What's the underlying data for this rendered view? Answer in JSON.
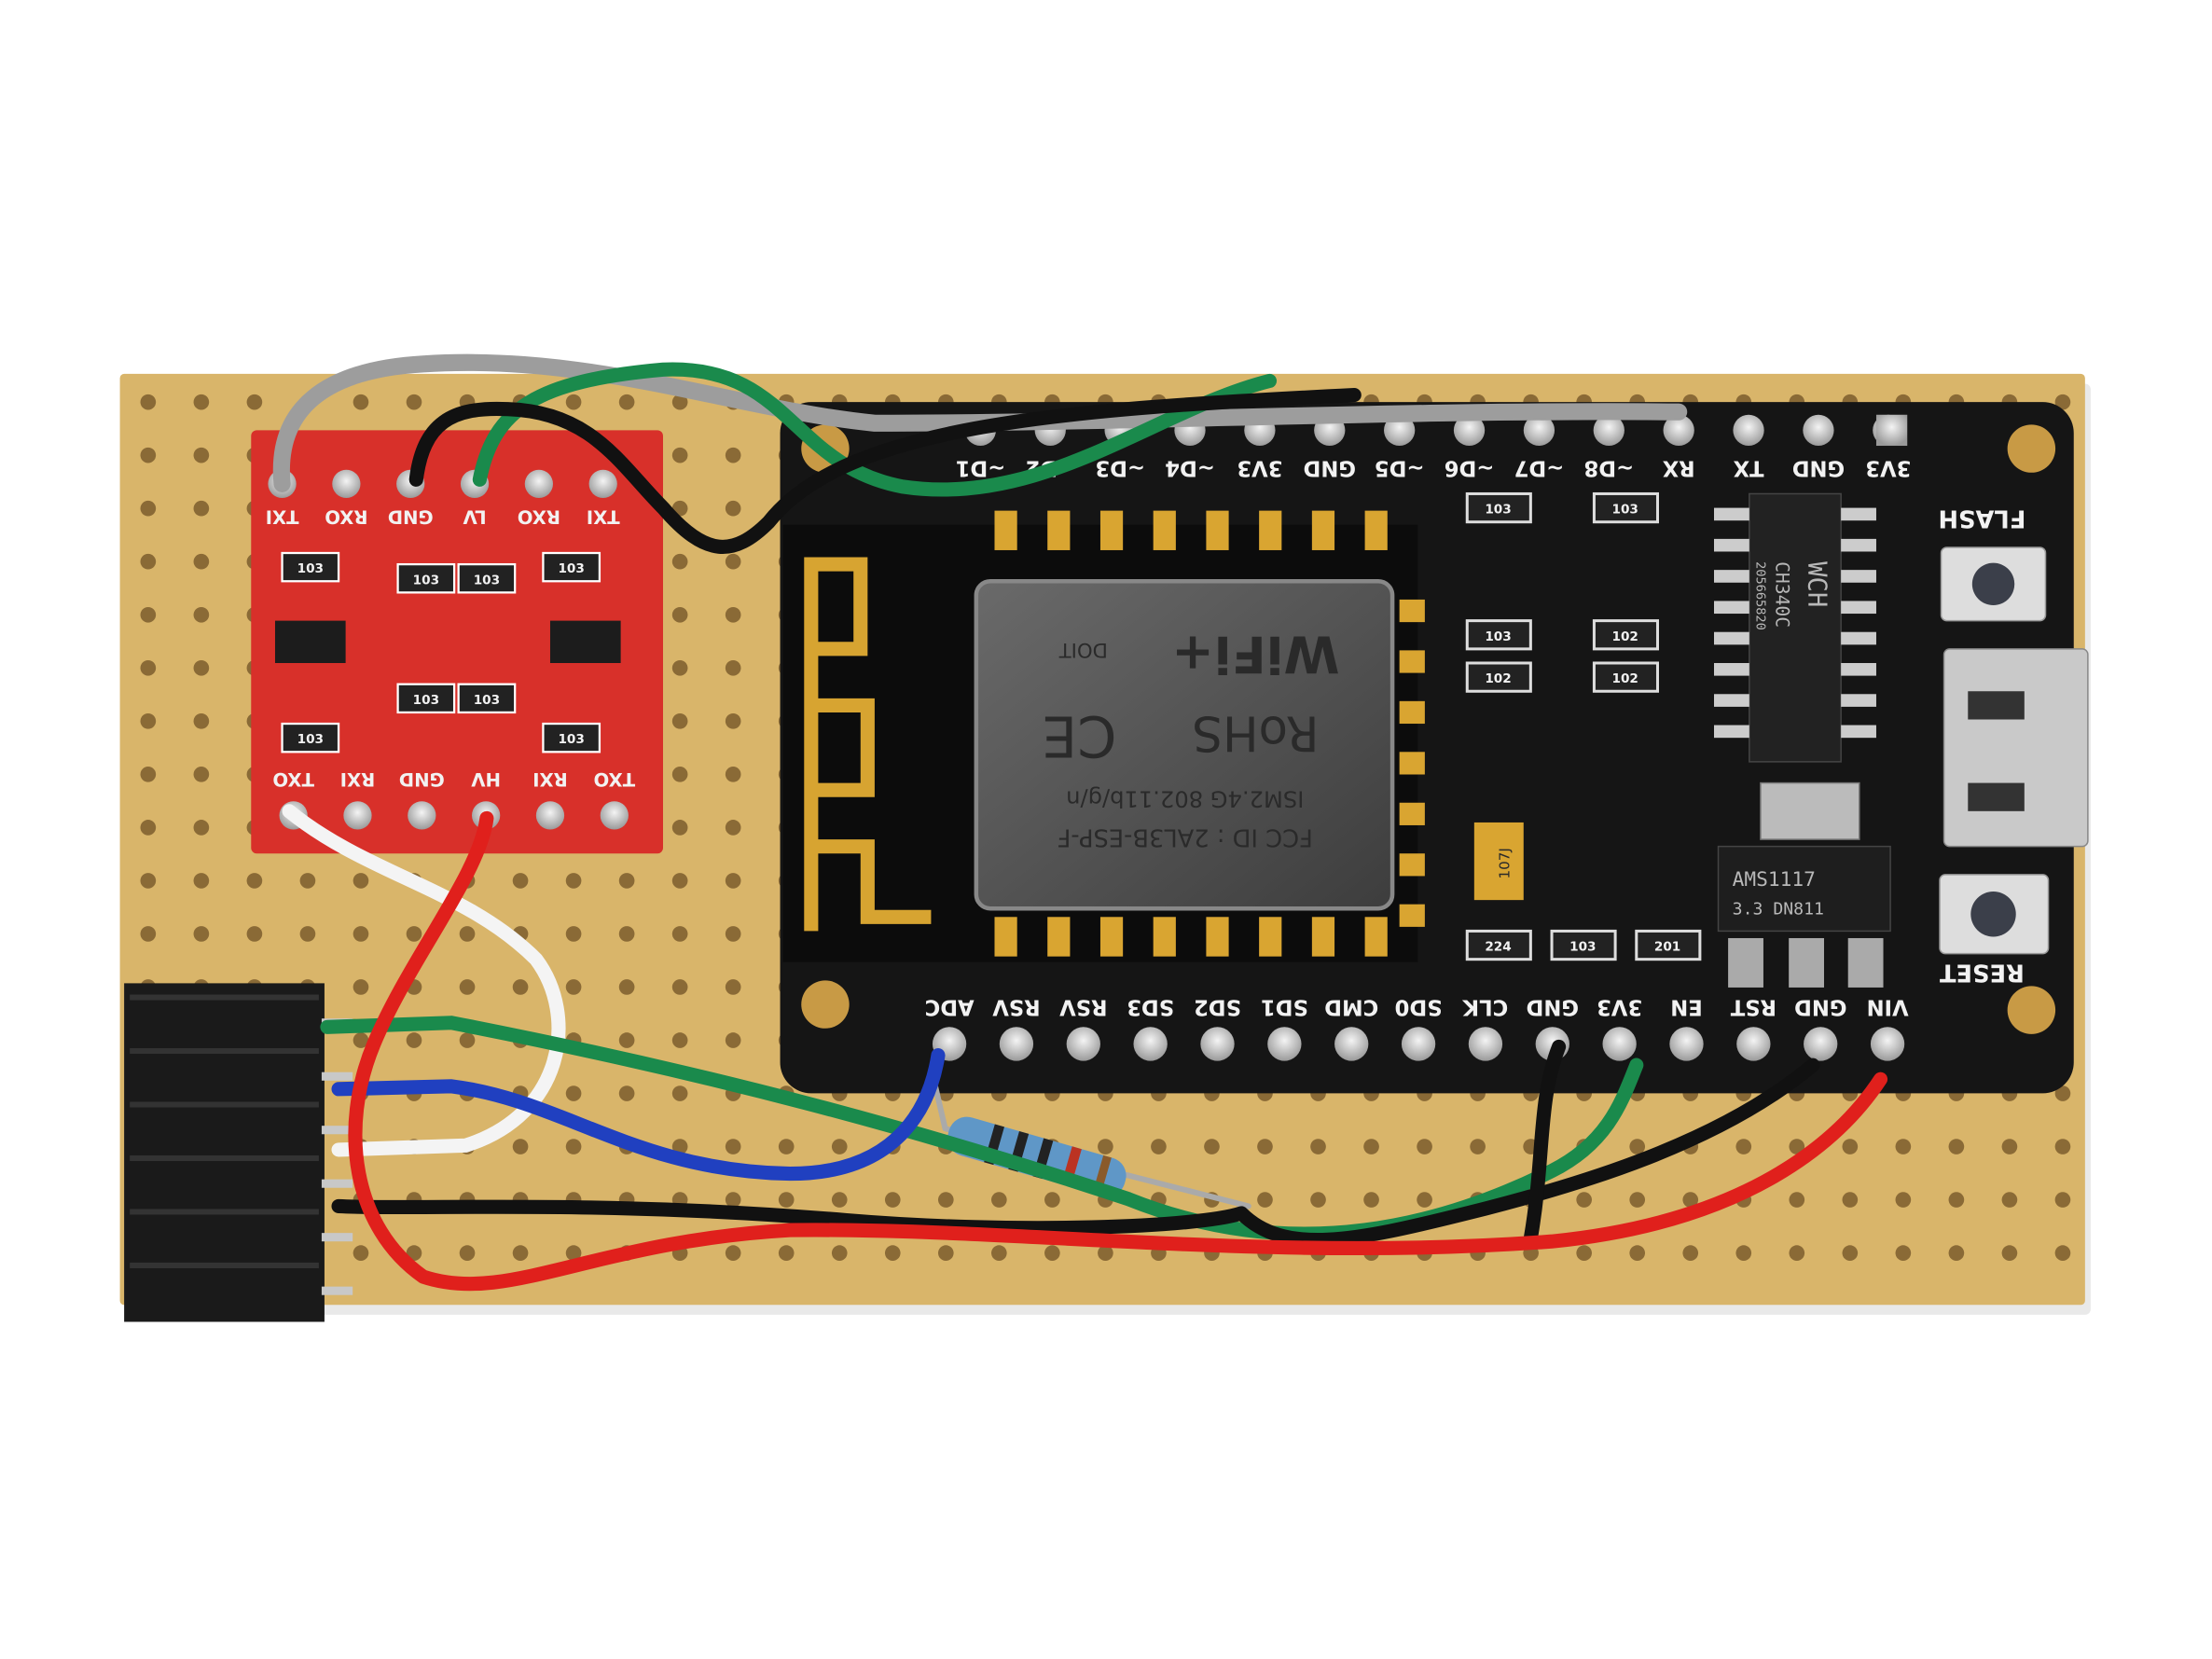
{
  "nodemcu": {
    "top_pins": [
      "~D1",
      "~D2",
      "~D3",
      "~D4",
      "3V3",
      "GND",
      "~D5",
      "~D6",
      "~D7",
      "~D8",
      "RX",
      "TX",
      "GND",
      "3V3"
    ],
    "bottom_pins": [
      "ADC",
      "RSV",
      "RSV",
      "SD3",
      "SD2",
      "SD1",
      "CMD",
      "SD0",
      "CLK",
      "GND",
      "3V3",
      "EN",
      "RST",
      "GND",
      "VIN"
    ],
    "flash_label": "FLASH",
    "reset_label": "RESET",
    "module": {
      "fcc": "FCC ID : 2AL3B-ESP-F",
      "ism": "ISM2.4G 802.11b/g/n",
      "rohs": "RoHS",
      "ce": "CE",
      "wifi": "WiFi+",
      "brand": "DOIT"
    },
    "usb_chip": {
      "maker": "WCH",
      "part": "CH340C",
      "code": "205665820"
    },
    "regulator": {
      "part": "AMS1117",
      "code": "3.3 DN811"
    },
    "tantalum": "107J",
    "resistors": [
      "103",
      "103",
      "103",
      "102",
      "102",
      "102",
      "224",
      "103",
      "201"
    ]
  },
  "level_shifter": {
    "top_pins": [
      "TXI",
      "RXO",
      "GND",
      "LV",
      "RXO",
      "TXI"
    ],
    "bottom_pins": [
      "TXO",
      "RXI",
      "GND",
      "HV",
      "RXI",
      "TXO"
    ],
    "resistor_code": "103"
  },
  "colors": {
    "stripboard": "#d9b56a",
    "nodemcu": "#151515",
    "level_shifter": "#d8302a",
    "header": "#1a1a1a"
  }
}
